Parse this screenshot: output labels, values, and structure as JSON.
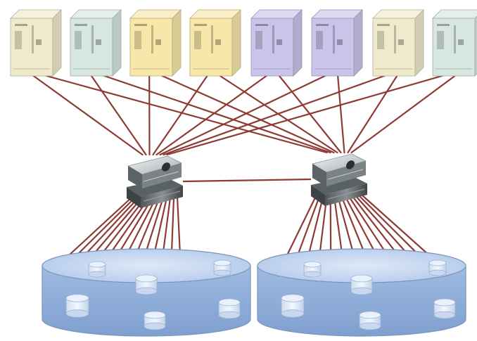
{
  "colors": {
    "link": "#8e3b34",
    "server_cream": "#efeacb",
    "server_mint": "#d7e6df",
    "server_yellow": "#f7e7a8",
    "server_purple": "#c9c5ea",
    "switch_body": "#6d7477",
    "switch_top": "#d3d8da",
    "storage_fill": "#a9c3e6",
    "storage_top": "#c7d9f2",
    "storage_stroke": "#7a95be",
    "disk_fill": "#e9f1fc"
  },
  "servers": [
    {
      "id": "server-1",
      "color": "server_cream",
      "icon": "server-icon"
    },
    {
      "id": "server-2",
      "color": "server_mint",
      "icon": "server-icon"
    },
    {
      "id": "server-3",
      "color": "server_yellow",
      "icon": "server-icon"
    },
    {
      "id": "server-4",
      "color": "server_yellow",
      "icon": "server-icon"
    },
    {
      "id": "server-5",
      "color": "server_purple",
      "icon": "server-icon"
    },
    {
      "id": "server-6",
      "color": "server_purple",
      "icon": "server-icon"
    },
    {
      "id": "server-7",
      "color": "server_cream",
      "icon": "server-icon"
    },
    {
      "id": "server-8",
      "color": "server_mint",
      "icon": "server-icon"
    }
  ],
  "switches": [
    {
      "id": "switch-left",
      "icon": "network-switch-icon"
    },
    {
      "id": "switch-right",
      "icon": "network-switch-icon"
    }
  ],
  "storage_arrays": [
    {
      "id": "storage-left",
      "icon": "storage-array-icon",
      "disks": 6
    },
    {
      "id": "storage-right",
      "icon": "storage-array-icon",
      "disks": 6
    }
  ],
  "links_per_switch_to_storage": 14
}
